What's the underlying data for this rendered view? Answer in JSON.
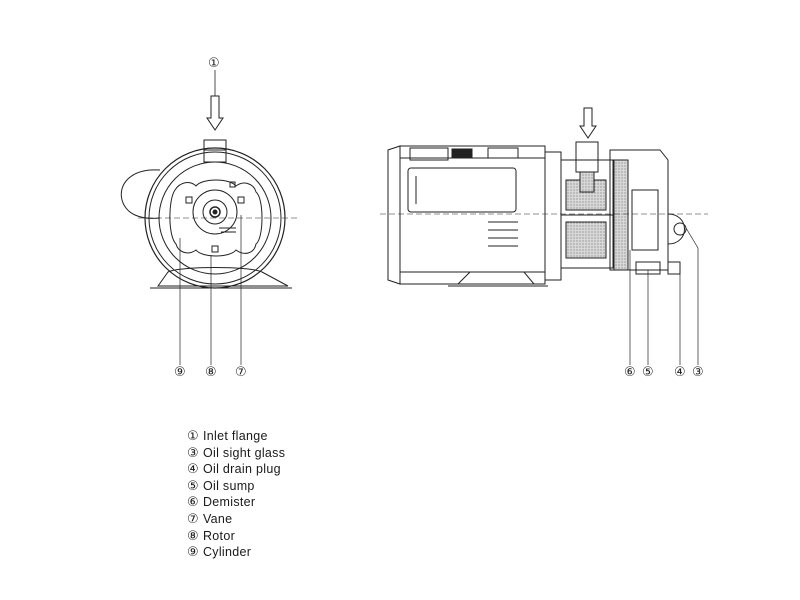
{
  "callouts": {
    "front": {
      "inlet": "①",
      "cylinder": "⑨",
      "rotor": "⑧",
      "vane": "⑦"
    },
    "side": {
      "demister": "⑥",
      "sump": "⑤",
      "drain": "④",
      "sight": "③"
    }
  },
  "legend": [
    {
      "num": "①",
      "label": "Inlet  flange"
    },
    {
      "num": "③",
      "label": "Oil  sight  glass"
    },
    {
      "num": "④",
      "label": "Oil  drain  plug"
    },
    {
      "num": "⑤",
      "label": "Oil  sump"
    },
    {
      "num": "⑥",
      "label": "Demister"
    },
    {
      "num": "⑦",
      "label": "Vane"
    },
    {
      "num": "⑧",
      "label": "Rotor"
    },
    {
      "num": "⑨",
      "label": "Cylinder"
    }
  ]
}
